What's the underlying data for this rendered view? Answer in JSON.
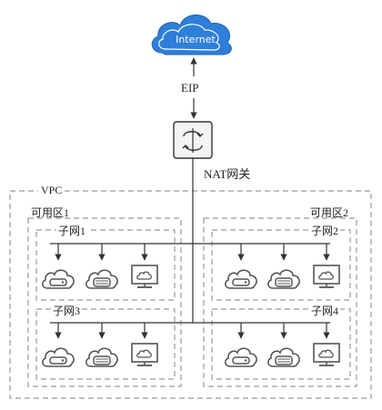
{
  "internet": {
    "label": "Internet"
  },
  "eip": {
    "label": "EIP"
  },
  "nat": {
    "label": "NAT网关"
  },
  "vpc": {
    "label": "VPC"
  },
  "zones": [
    {
      "label": "可用区1"
    },
    {
      "label": "可用区2"
    }
  ],
  "subnets": [
    {
      "label": "子网1"
    },
    {
      "label": "子网2"
    },
    {
      "label": "子网3"
    },
    {
      "label": "子网4"
    }
  ],
  "colors": {
    "cloud": "#2d7fd9",
    "line": "#333333",
    "dashed": "#9a9a9a",
    "icon": "#555555"
  }
}
